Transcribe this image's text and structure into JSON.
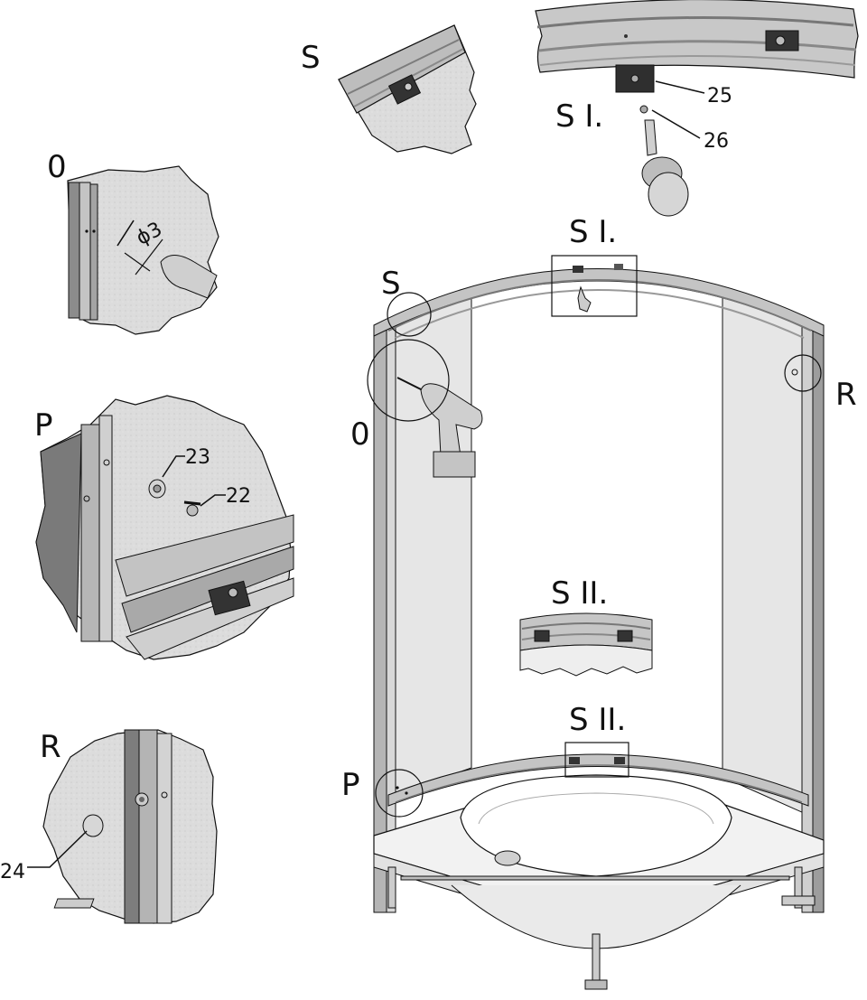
{
  "detail_labels": {
    "S_small": "S",
    "S_main": "S",
    "SI_detail": "S I.",
    "SI_main": "S I.",
    "O_detail": "0",
    "O_main": "0",
    "P_detail": "P",
    "P_main": "P",
    "R_detail": "R",
    "R_main": "R",
    "SII_detail": "S II.",
    "SII_main": "S II."
  },
  "part_numbers": {
    "p22": "22",
    "p23": "23",
    "p24": "24",
    "p25": "25",
    "p26": "26"
  },
  "dimension": {
    "drill_diameter": "ϕ3"
  },
  "colors": {
    "line": "#111111",
    "metal": "#b9b9b9",
    "metal_dark": "#7c7c7c",
    "wall": "#d9d9d9",
    "glass": "#eeeeee",
    "dark_part": "#333333"
  }
}
